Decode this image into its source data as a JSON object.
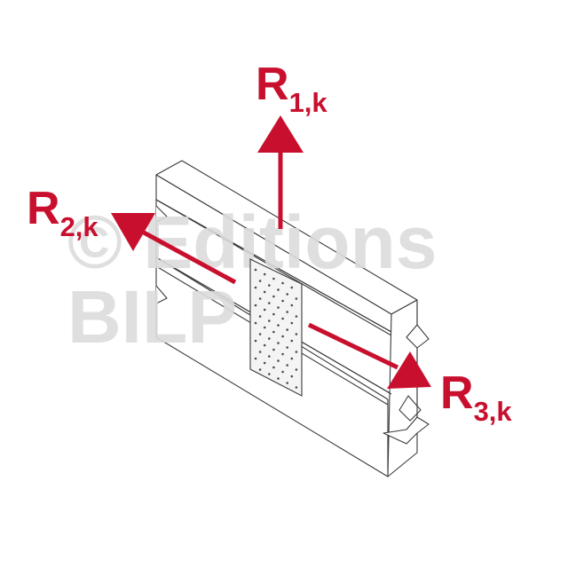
{
  "watermark": {
    "line1": "© Editions",
    "line2": "BILP"
  },
  "forces": {
    "r1": {
      "letter": "R",
      "subscript": "1,k"
    },
    "r2": {
      "letter": "R",
      "subscript": "2,k"
    },
    "r3": {
      "letter": "R",
      "subscript": "3,k"
    }
  },
  "colors": {
    "force_arrow": "#c8102e",
    "outline": "#3a3a3a",
    "plate_fill": "#f2f2f2",
    "watermark": "#dcdcdc"
  }
}
